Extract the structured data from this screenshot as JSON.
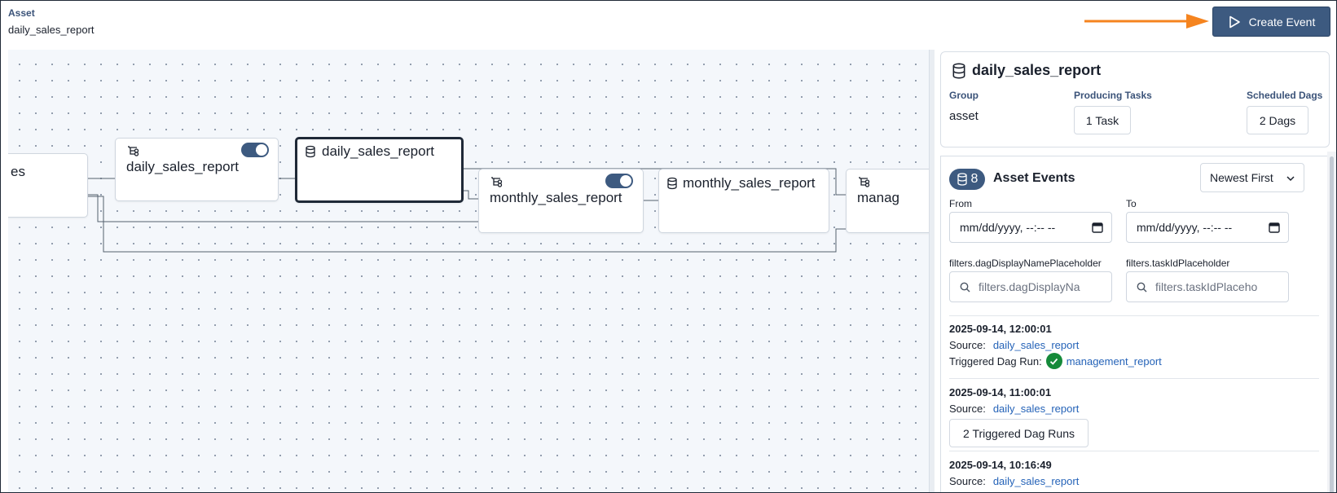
{
  "header": {
    "label": "Asset",
    "asset_name": "daily_sales_report",
    "create_event_label": "Create Event"
  },
  "graph": {
    "nodes": {
      "partial_left": "es",
      "task_daily": "daily_sales_report",
      "asset_daily": "daily_sales_report",
      "task_monthly": "monthly_sales_report",
      "asset_monthly": "monthly_sales_report",
      "partial_right": "manag"
    }
  },
  "details": {
    "title": "daily_sales_report",
    "group_label": "Group",
    "group_value": "asset",
    "producing_label": "Producing Tasks",
    "producing_value": "1 Task",
    "scheduled_label": "Scheduled Dags",
    "scheduled_value": "2 Dags"
  },
  "events": {
    "count": "8",
    "title": "Asset Events",
    "sort": "Newest First",
    "from_label": "From",
    "to_label": "To",
    "from_value": "mm/dd/yyyy, --:-- --",
    "to_value": "mm/dd/yyyy, --:-- --",
    "dag_filter_label": "filters.dagDisplayNamePlaceholder",
    "dag_filter_placeholder": "filters.dagDisplayNa",
    "task_filter_label": "filters.taskIdPlaceholder",
    "task_filter_placeholder": "filters.taskIdPlaceho",
    "items": [
      {
        "time": "2025-09-14, 12:00:01",
        "source_label": "Source:",
        "source": "daily_sales_report",
        "triggered_label": "Triggered Dag Run:",
        "triggered": "management_report"
      },
      {
        "time": "2025-09-14, 11:00:01",
        "source_label": "Source:",
        "source": "daily_sales_report",
        "triggered_button": "2 Triggered Dag Runs"
      },
      {
        "time": "2025-09-14, 10:16:49",
        "source_label": "Source:",
        "source": "daily_sales_report"
      }
    ]
  },
  "colors": {
    "accent": "#3d5a80",
    "arrow": "#f5841f",
    "success": "#158a3a",
    "link": "#2563b8"
  }
}
